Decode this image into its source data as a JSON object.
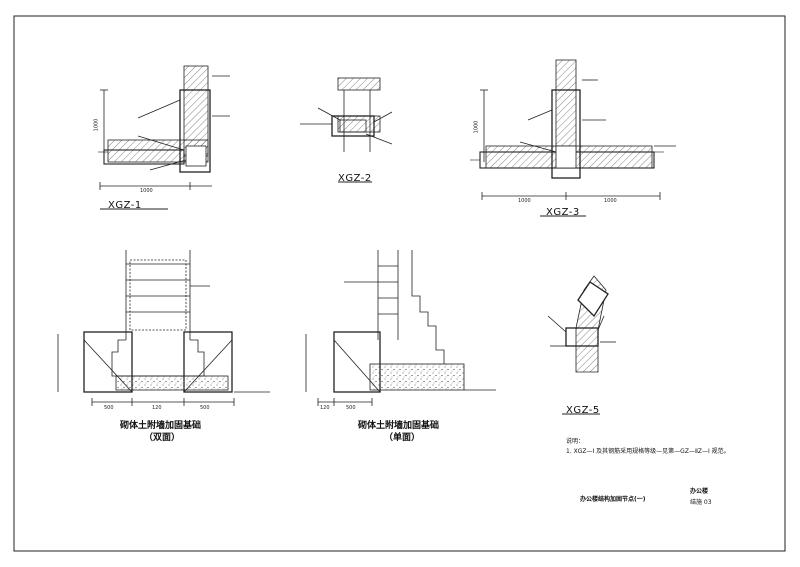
{
  "drawing": {
    "details": [
      {
        "id": "xgz1",
        "title": "XGZ-1"
      },
      {
        "id": "xgz2",
        "title": "XGZ-2"
      },
      {
        "id": "xgz3",
        "title": "XGZ-3"
      },
      {
        "id": "xgz5",
        "title": "XGZ-5"
      }
    ],
    "foundations": [
      {
        "id": "double",
        "caption": "砌体土附墙加固基础",
        "sub": "（双面）"
      },
      {
        "id": "single",
        "caption": "砌体土附墙加固基础",
        "sub": "（单面）"
      }
    ],
    "dims": {
      "xgz1_h": "1000",
      "xgz1_w": "1000",
      "xgz3_h": "1000",
      "xgz3_w1": "1000",
      "xgz3_w2": "1000",
      "fd_a": "500",
      "fd_b": "120",
      "fd_c": "500",
      "fs_a": "120",
      "fs_b": "500"
    },
    "notes": {
      "heading": "说明：",
      "line1": "1. XGZ—Ⅰ 及其钢筋采用规格等级—见第—GZ—ⅡZ—Ⅰ 规范。"
    },
    "title_block": {
      "company": "办公楼",
      "sheet_title": "办公楼结构加固节点(一)",
      "sheet_no": "结施 03"
    }
  }
}
